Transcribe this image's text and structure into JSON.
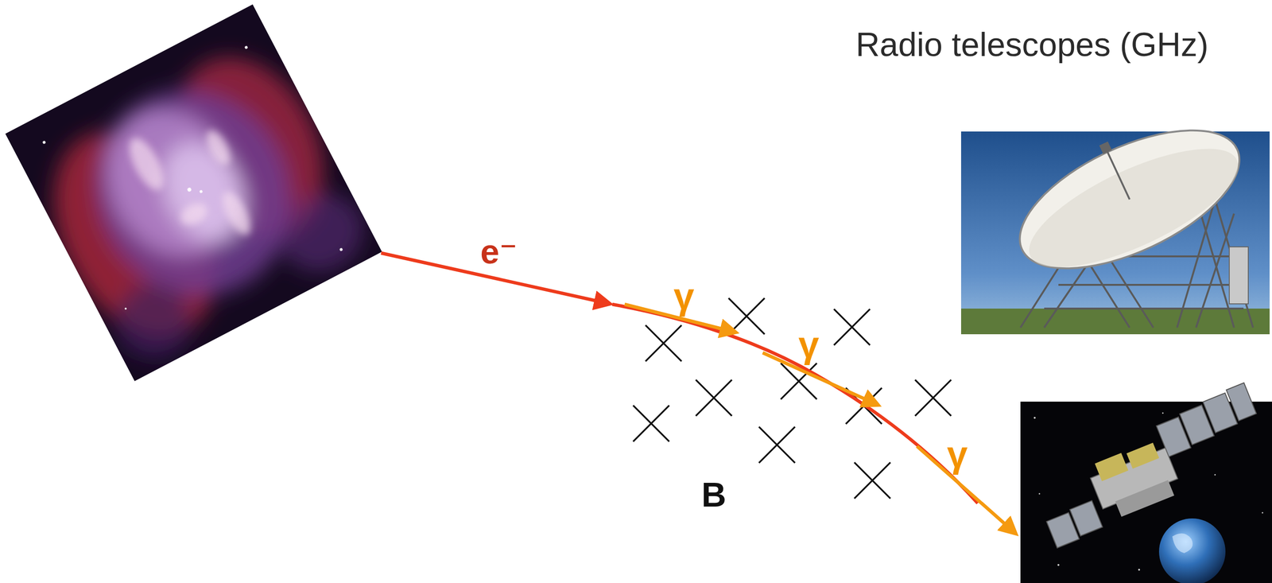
{
  "diagram": {
    "labels": [
      "e⁻",
      "γ",
      "γ",
      "γ",
      "B",
      "Radio telescopes (GHz)"
    ]
  }
}
